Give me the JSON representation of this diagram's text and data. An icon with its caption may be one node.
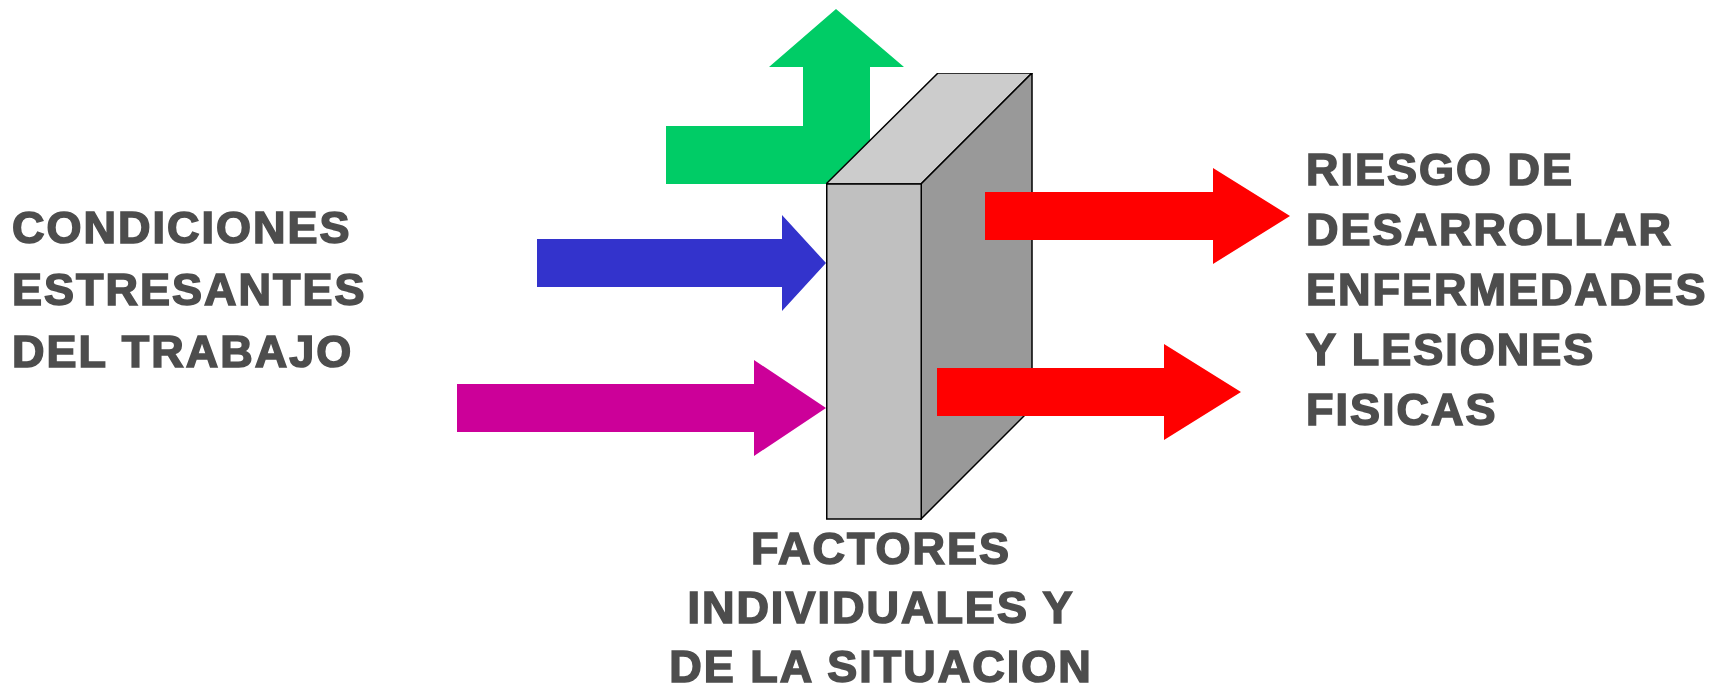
{
  "diagram": {
    "nodes": [
      {
        "text": [
          "CONDICIONES ESTRESANTES DEL TRABAJO"
        ]
      },
      {
        "text": [
          "FACTORES INDIVIDUALES Y DE LA SITUACION"
        ]
      },
      {
        "text": [
          "RIESGO DE DESARROLLAR ENFERMEDADES Y LESIONES FISICAS"
        ]
      }
    ],
    "edges": [
      {
        "from": null,
        "to": 1,
        "arrow": "to",
        "color": "#3333cc"
      },
      {
        "from": null,
        "to": 1,
        "arrow": "to",
        "color": "#cc0099"
      },
      {
        "from": 1,
        "to": 2,
        "arrow": "to",
        "color": "#ff0000"
      },
      {
        "from": 1,
        "to": 2,
        "arrow": "to",
        "color": "#ff0000"
      }
    ]
  }
}
